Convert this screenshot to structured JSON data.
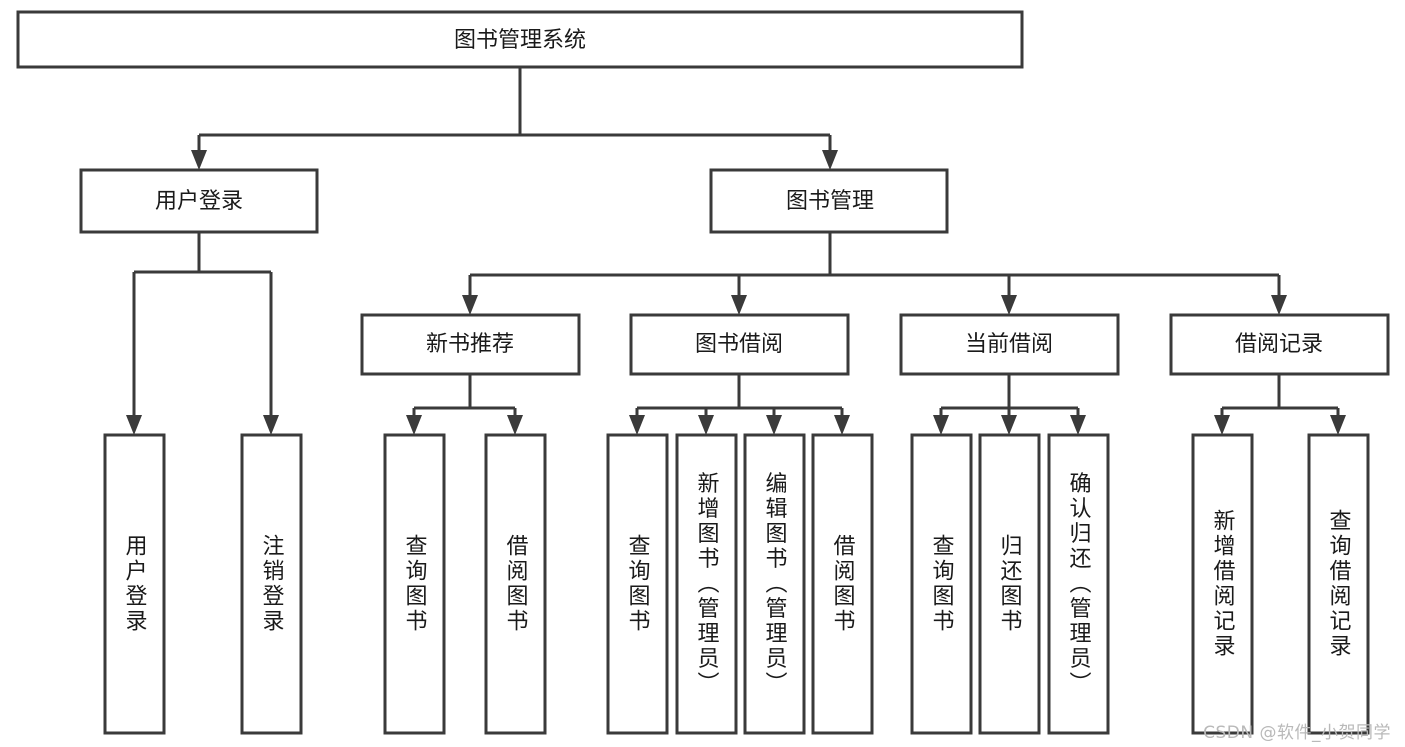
{
  "diagram": {
    "title": "图书管理系统",
    "root": {
      "id": "root",
      "label": "图书管理系统",
      "orientation": "horizontal"
    },
    "level2": [
      {
        "id": "user-login",
        "label": "用户登录",
        "orientation": "horizontal"
      },
      {
        "id": "book-management",
        "label": "图书管理",
        "orientation": "horizontal"
      }
    ],
    "level3": [
      {
        "id": "new-book-recommend",
        "label": "新书推荐",
        "orientation": "horizontal"
      },
      {
        "id": "book-borrow",
        "label": "图书借阅",
        "orientation": "horizontal"
      },
      {
        "id": "current-borrow",
        "label": "当前借阅",
        "orientation": "horizontal"
      },
      {
        "id": "borrow-record",
        "label": "借阅记录",
        "orientation": "horizontal"
      }
    ],
    "leaves": [
      {
        "id": "leaf-user-login",
        "label": "用户登录",
        "parent": "user-login",
        "orientation": "vertical"
      },
      {
        "id": "leaf-user-logout",
        "label": "注销登录",
        "parent": "user-login",
        "orientation": "vertical"
      },
      {
        "id": "leaf-query-book-1",
        "label": "查询图书",
        "parent": "new-book-recommend",
        "orientation": "vertical"
      },
      {
        "id": "leaf-borrow-book-1",
        "label": "借阅图书",
        "parent": "new-book-recommend",
        "orientation": "vertical"
      },
      {
        "id": "leaf-query-book-2",
        "label": "查询图书",
        "parent": "book-borrow",
        "orientation": "vertical"
      },
      {
        "id": "leaf-add-book",
        "label": "新增图书（管理员）",
        "parent": "book-borrow",
        "orientation": "vertical"
      },
      {
        "id": "leaf-edit-book",
        "label": "编辑图书（管理员）",
        "parent": "book-borrow",
        "orientation": "vertical"
      },
      {
        "id": "leaf-borrow-book-2",
        "label": "借阅图书",
        "parent": "book-borrow",
        "orientation": "vertical"
      },
      {
        "id": "leaf-query-book-3",
        "label": "查询图书",
        "parent": "current-borrow",
        "orientation": "vertical"
      },
      {
        "id": "leaf-return-book",
        "label": "归还图书",
        "parent": "current-borrow",
        "orientation": "vertical"
      },
      {
        "id": "leaf-confirm-return",
        "label": "确认归还（管理员）",
        "parent": "current-borrow",
        "orientation": "vertical"
      },
      {
        "id": "leaf-add-record",
        "label": "新增借阅记录",
        "parent": "borrow-record",
        "orientation": "vertical"
      },
      {
        "id": "leaf-query-record",
        "label": "查询借阅记录",
        "parent": "borrow-record",
        "orientation": "vertical"
      }
    ],
    "colors": {
      "box_stroke": "#3a3a3a",
      "box_fill": "#ffffff",
      "connector": "#3a3a3a",
      "text": "#1a1a1a",
      "watermark": "#b9b9b9",
      "background": "#ffffff"
    }
  },
  "watermark": {
    "text": "CSDN @软件_小贺同学"
  }
}
